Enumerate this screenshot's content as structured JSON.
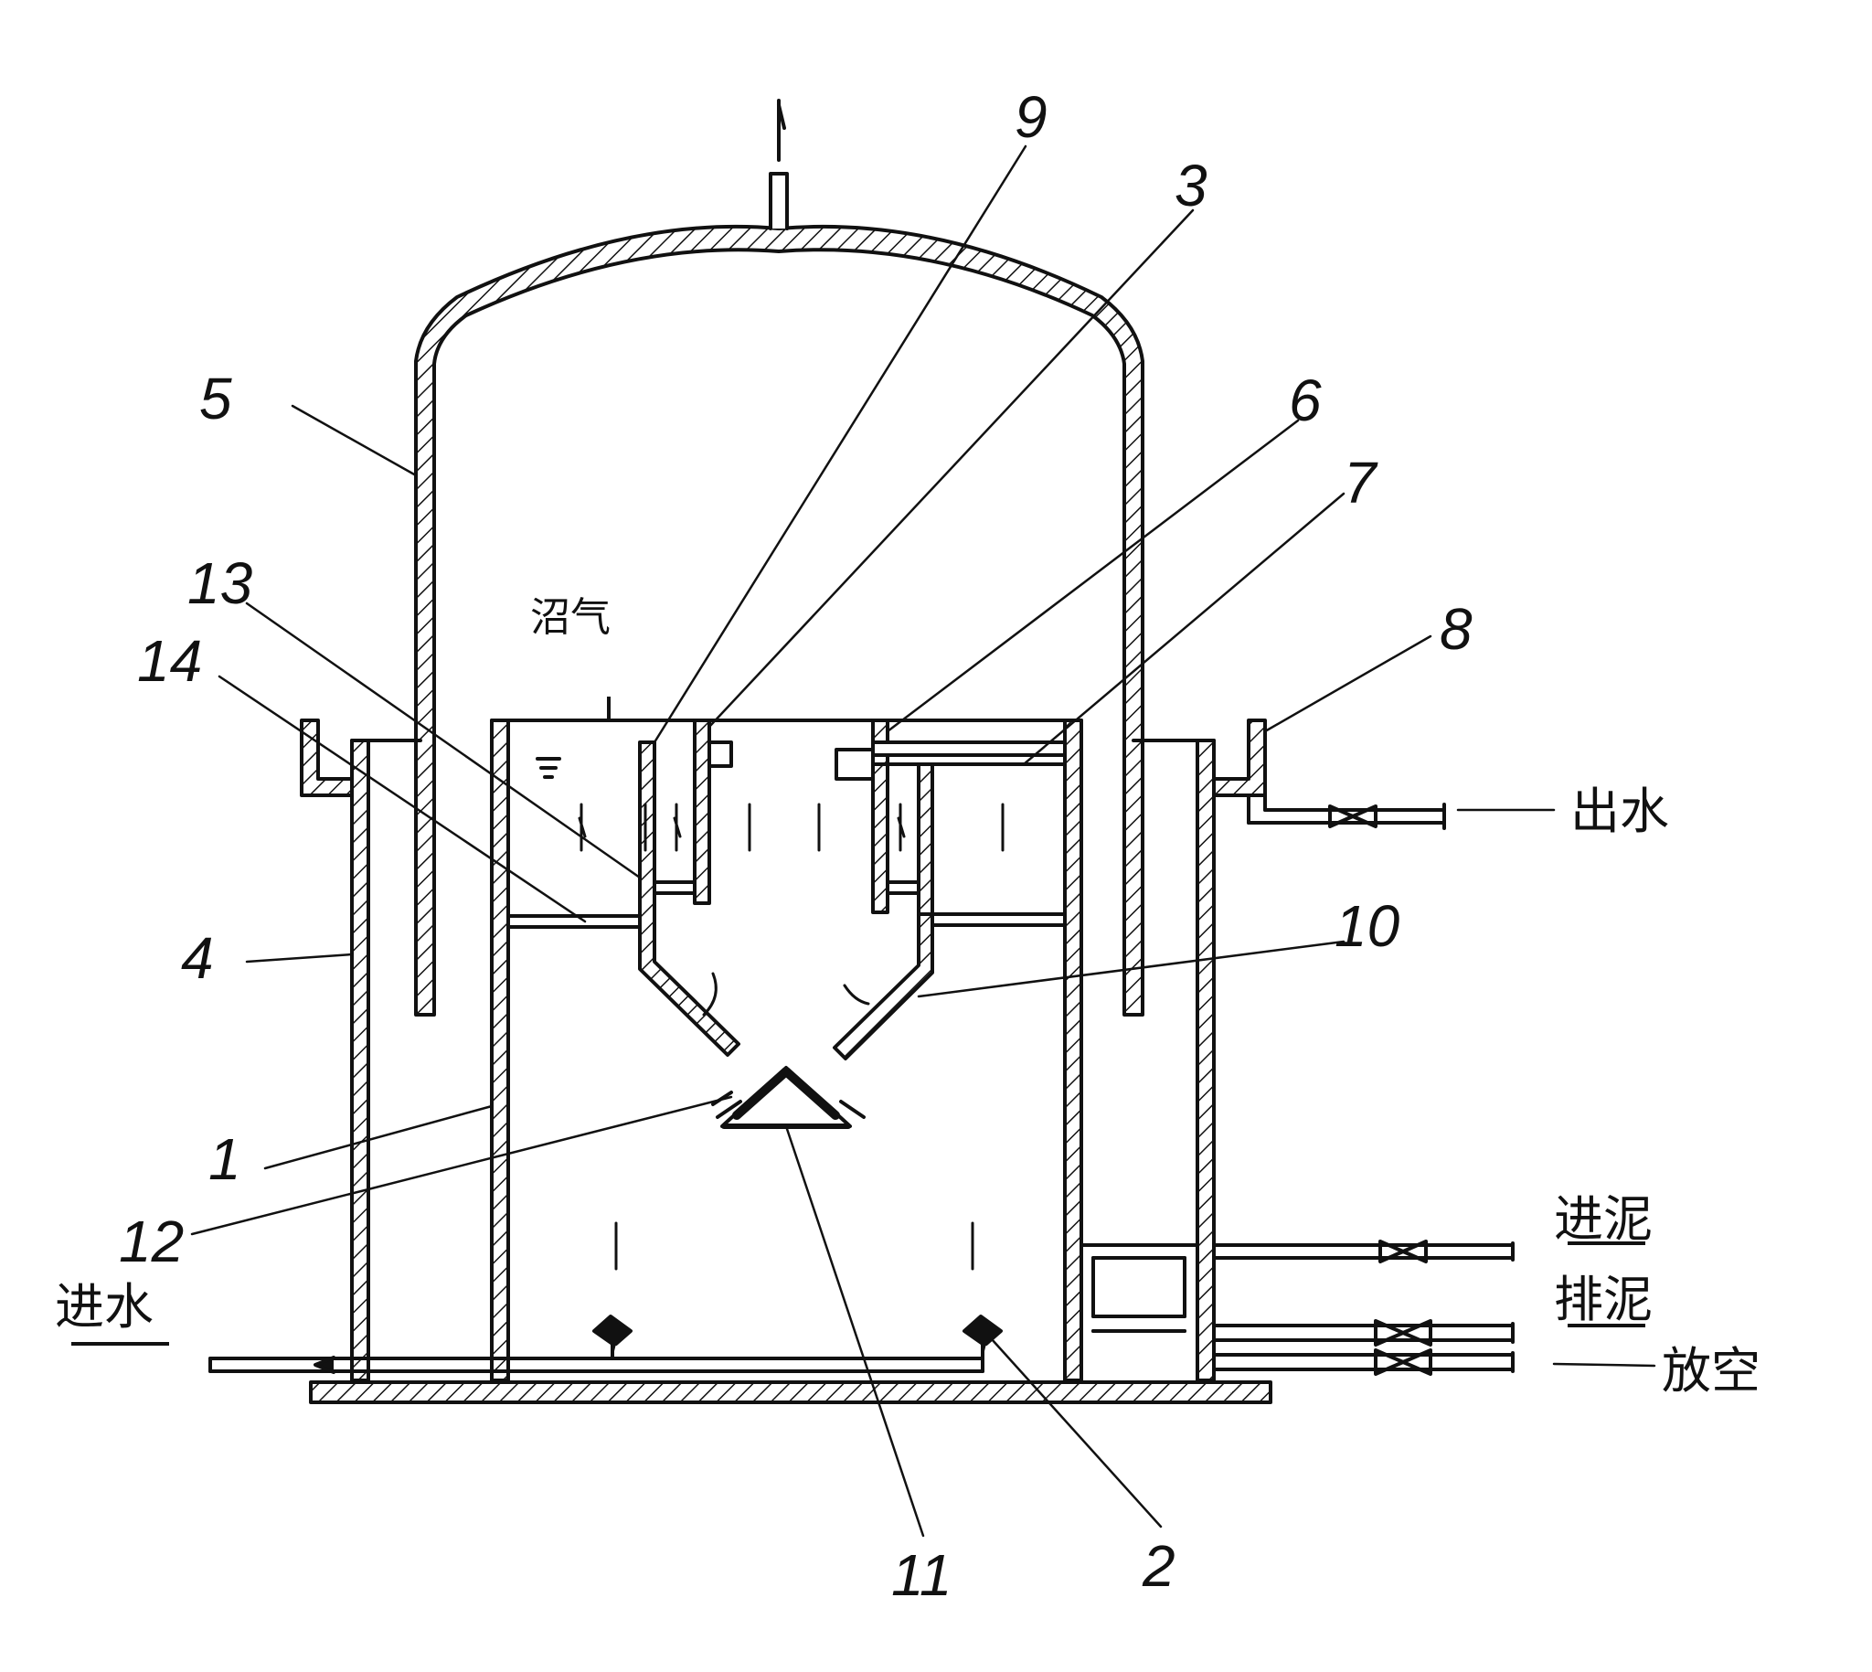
{
  "callouts": {
    "c1": "1",
    "c2": "2",
    "c3": "3",
    "c4": "4",
    "c5": "5",
    "c6": "6",
    "c7": "7",
    "c8": "8",
    "c9": "9",
    "c10": "10",
    "c11": "11",
    "c12": "12",
    "c13": "13",
    "c14": "14"
  },
  "labels": {
    "biogas": "沼气",
    "water_in": "进水",
    "water_out": "出水",
    "sludge_in": "进泥",
    "sludge_out": "排泥",
    "drain": "放空"
  },
  "colors": {
    "ink": "#111111",
    "paper": "#ffffff"
  }
}
